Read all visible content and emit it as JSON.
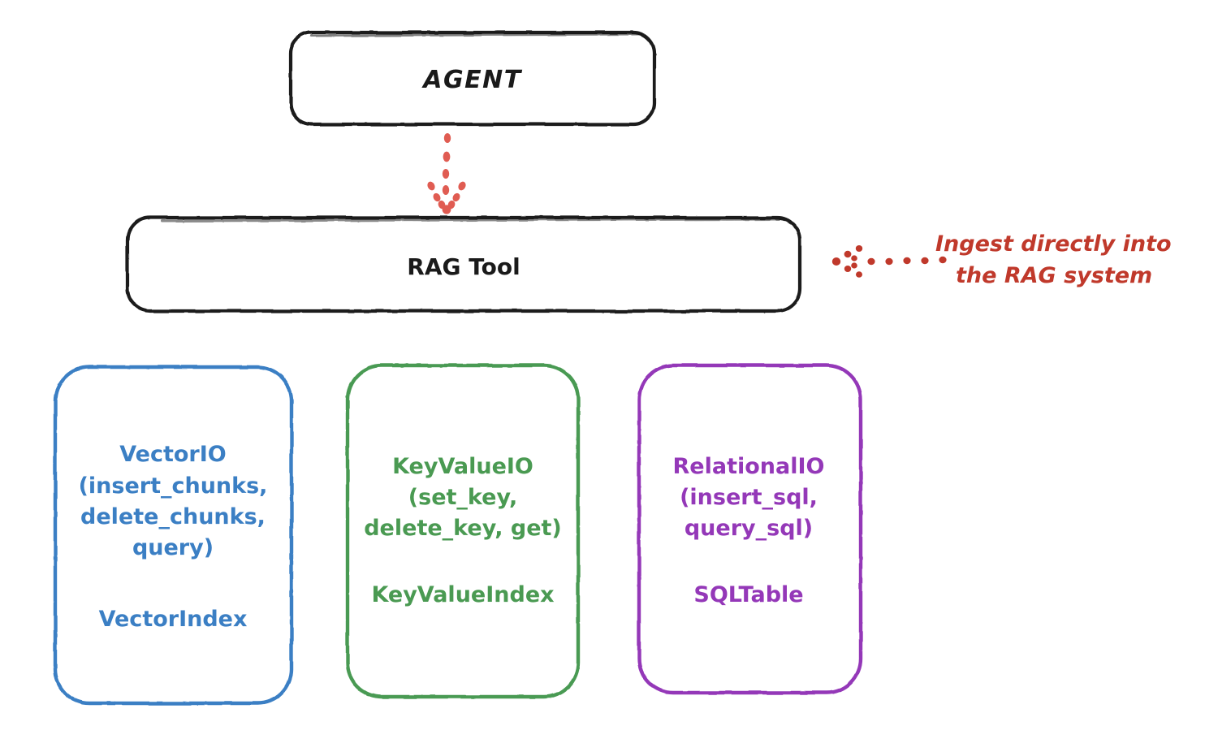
{
  "diagram": {
    "title_node": {
      "label": "AGENT",
      "color": "#1a1a1a"
    },
    "tool_node": {
      "label": "RAG Tool",
      "color": "#1a1a1a"
    },
    "annotation": {
      "line1": "Ingest directly into",
      "line2": "the RAG system",
      "color": "#c0392b",
      "arrow_icon": "dotted-left-arrow-icon"
    },
    "flow_arrow": {
      "icon": "dotted-down-arrow-icon",
      "color": "#e05c52",
      "from": "AGENT",
      "to": "RAG Tool"
    },
    "backends": [
      {
        "id": "vector",
        "color": "#3b7fc4",
        "api_lines": [
          "VectorIO",
          "(insert_chunks,",
          "delete_chunks,",
          "query)"
        ],
        "index_label": "VectorIndex"
      },
      {
        "id": "keyvalue",
        "color": "#4a9a52",
        "api_lines": [
          "KeyValueIO",
          "(set_key,",
          "delete_key, get)"
        ],
        "index_label": "KeyValueIndex"
      },
      {
        "id": "relational",
        "color": "#9438b8",
        "api_lines": [
          "RelationalIO",
          "(insert_sql,",
          "query_sql)"
        ],
        "index_label": "SQLTable"
      }
    ]
  }
}
